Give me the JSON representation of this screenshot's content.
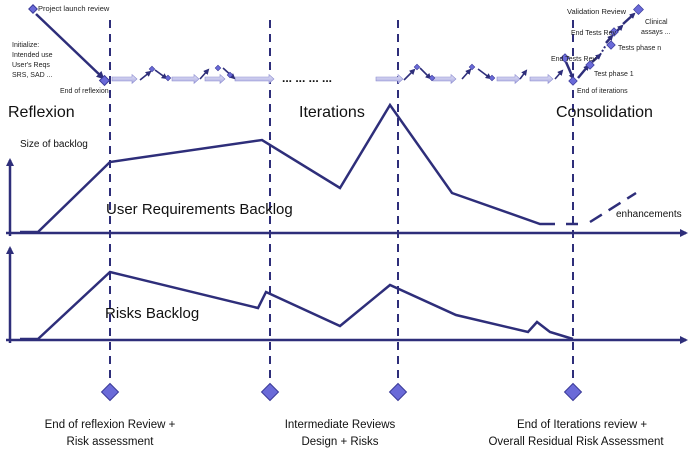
{
  "top_labels": {
    "project_launch_review": "Project launch review",
    "initialize_lines": [
      "Initialize:",
      "Intended use",
      "User's Reqs",
      "SRS, SAD ..."
    ],
    "end_of_reflexion": "End of reflexion",
    "iterations_dots": "... ... ... ...",
    "validation_review": "Validation Review",
    "clinical_assays_lines": [
      "Clinical",
      "assays ..."
    ],
    "end_tests_rev_1": "End Tests Rev",
    "end_tests_rev_2": "End Tests Rev",
    "tests_phase_n": "Tests phase n",
    "test_phase_1": "Test phase 1",
    "end_of_iterations": "End of iterations"
  },
  "phases": {
    "reflexion": "Reflexion",
    "iterations": "Iterations",
    "consolidation": "Consolidation"
  },
  "chart": {
    "size_of_backlog": "Size of backlog",
    "user_requirements_backlog": "User Requirements Backlog",
    "enhancements": "enhancements",
    "risks_backlog": "Risks Backlog"
  },
  "milestones": {
    "m1_lines": [
      "End of reflexion Review +",
      "Risk assessment"
    ],
    "m2_lines": [
      "Intermediate Reviews",
      "Design + Risks"
    ],
    "m3_lines": [
      "End of Iterations review +",
      "Overall Residual Risk Assessment"
    ]
  },
  "colors": {
    "line": "#2e2e7a",
    "diamond_fill": "#6a6ad8",
    "diamond_stroke": "#3b3b99",
    "arrow_fill": "#c9c9ee"
  }
}
